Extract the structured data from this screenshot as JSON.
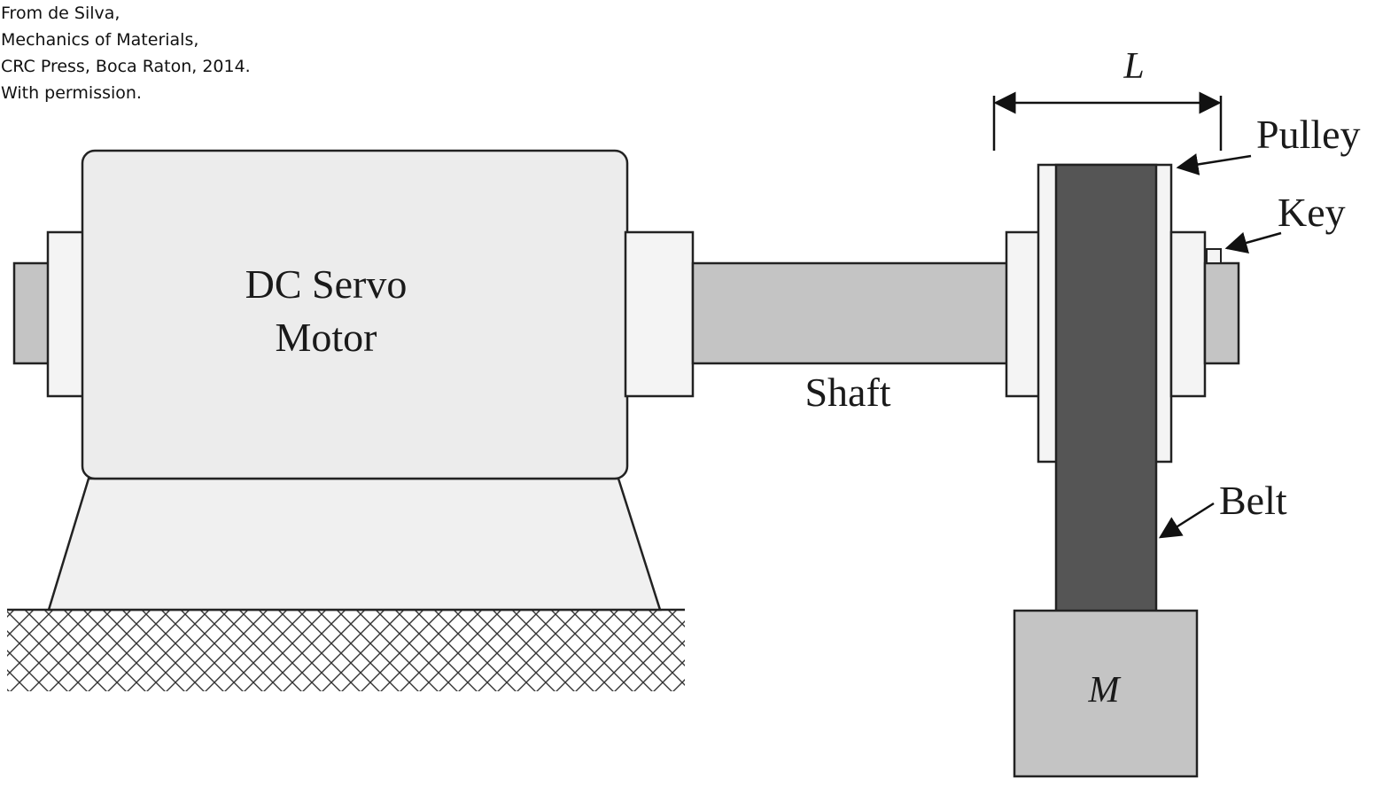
{
  "credit": {
    "line1": "From de Silva,",
    "line2": "Mechanics of Materials,",
    "line3": "CRC Press, Boca Raton, 2014.",
    "line4": "With permission."
  },
  "labels": {
    "motor_line1": "DC Servo",
    "motor_line2": "Motor",
    "shaft": "Shaft",
    "pulley": "Pulley",
    "key": "Key",
    "belt": "Belt",
    "mass": "M",
    "length": "L"
  },
  "colors": {
    "motor_body": "#ececec",
    "shaft": "#c4c4c4",
    "collar": "#f2f2f2",
    "belt": "#555555",
    "mass": "#c4c4c4",
    "stroke": "#222222",
    "ground_hatch": "#333333"
  }
}
